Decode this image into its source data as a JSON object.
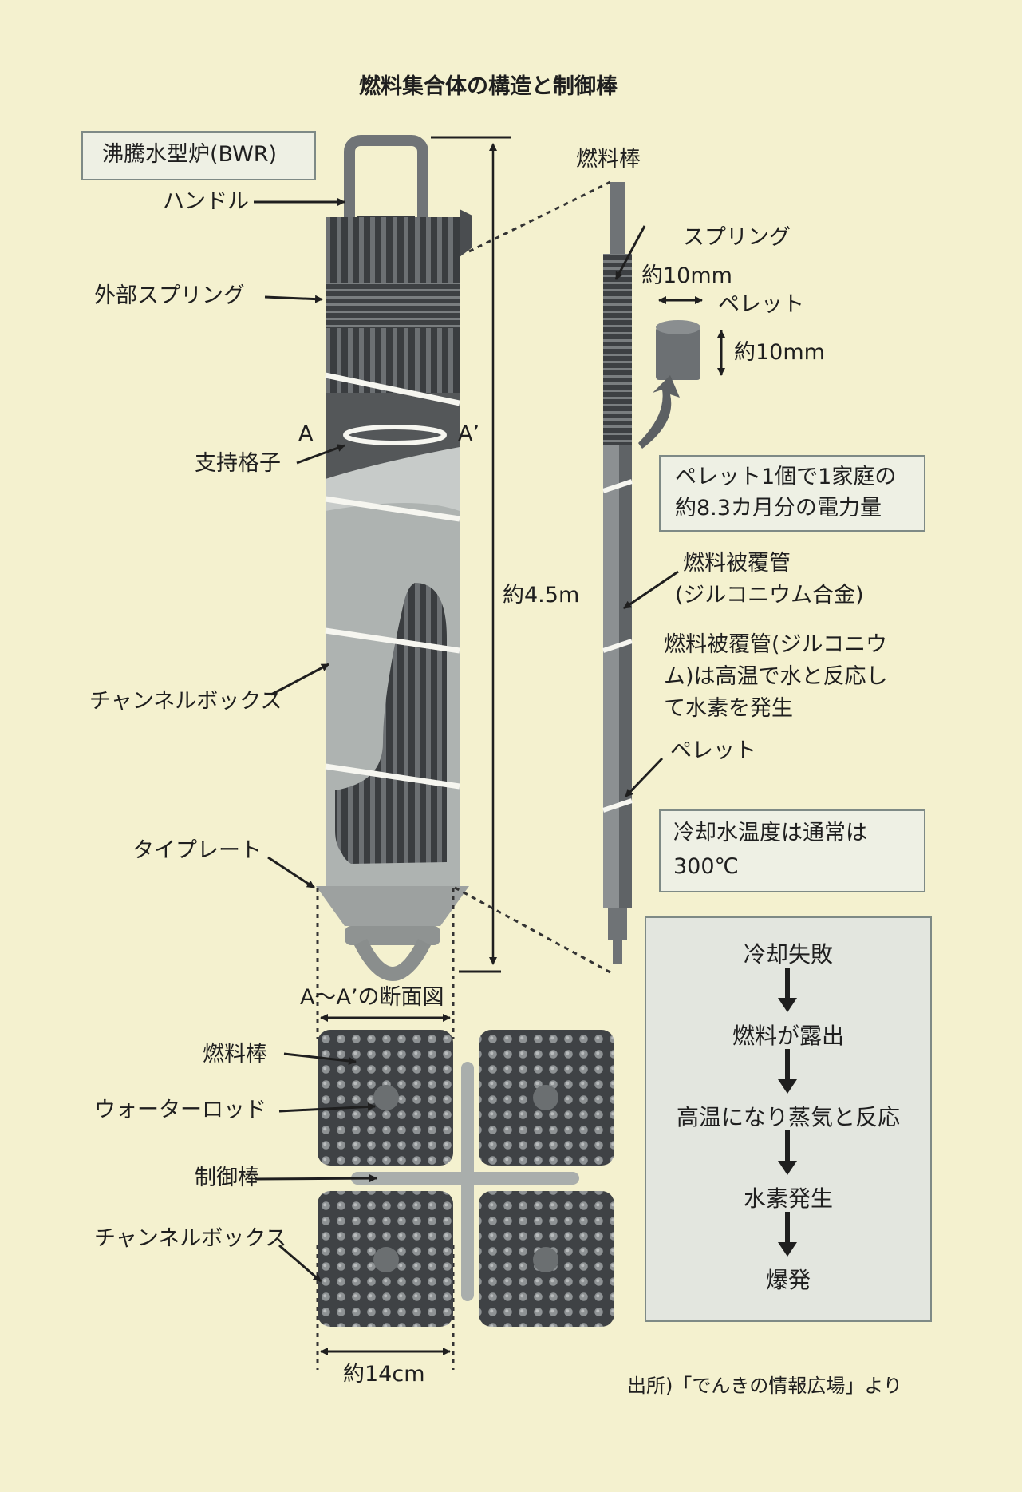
{
  "title": "燃料集合体の構造と制御棒",
  "reactor_type": "沸騰水型炉(BWR)",
  "assembly_labels": {
    "handle": "ハンドル",
    "outer_spring": "外部スプリング",
    "support_grid": "支持格子",
    "channel_box": "チャンネルボックス",
    "tie_plate": "タイプレート",
    "section_a": "A",
    "section_a_prime": "A’",
    "length": "約4.5m"
  },
  "rod_labels": {
    "fuel_rod": "燃料棒",
    "spring": "スプリング",
    "pellet_width": "約10mm",
    "pellet": "ペレット",
    "pellet_height": "約10mm",
    "cladding_line1": "燃料被覆管",
    "cladding_line2": "(ジルコニウム合金)",
    "pellet_lower": "ペレット"
  },
  "notes": {
    "pellet_energy_line1": "ペレット1個で1家庭の",
    "pellet_energy_line2": "約8.3カ月分の電力量",
    "hydrogen_line1": "燃料被覆管(ジルコニウ",
    "hydrogen_line2": "ム)は高温で水と反応し",
    "hydrogen_line3": "て水素を発生",
    "coolant_line1": "冷却水温度は通常は",
    "coolant_line2": "300℃"
  },
  "cross_section": {
    "title": "A〜A’の断面図",
    "fuel_rod": "燃料棒",
    "water_rod": "ウォーターロッド",
    "control_rod": "制御棒",
    "channel_box": "チャンネルボックス",
    "width": "約14cm"
  },
  "flow": [
    "冷却失敗",
    "燃料が露出",
    "高温になり蒸気と反応",
    "水素発生",
    "爆発"
  ],
  "source": "出所)「でんきの情報広場」より"
}
